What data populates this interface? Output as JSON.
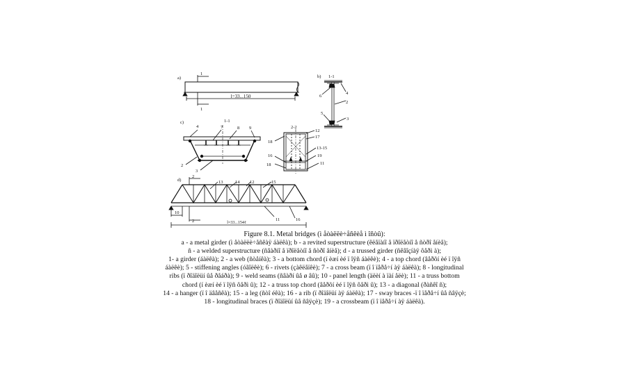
{
  "panels": {
    "a": {
      "tag": "a)",
      "section": "1",
      "span": "l=33...150"
    },
    "b": {
      "tag": "b)",
      "section": "1-1",
      "callouts": [
        "4",
        "2",
        "6",
        "5",
        "3"
      ]
    },
    "c": {
      "tag": "c)",
      "section": "1-1",
      "callouts": [
        "4",
        "7",
        "8",
        "9",
        "2",
        "3"
      ]
    },
    "c2": {
      "section": "2-2",
      "callouts_left": [
        "18",
        "16",
        "18"
      ],
      "callouts_right": [
        "12",
        "17",
        "13-15",
        "19",
        "11"
      ]
    },
    "d": {
      "tag": "d)",
      "section": "2",
      "callouts_top": [
        "13",
        "14",
        "12",
        "15"
      ],
      "callouts_bottom": [
        "11",
        "16"
      ],
      "panel": "10",
      "span": "l=33...154ℓ"
    }
  },
  "caption": {
    "title": "Figure 8.1. Metal bridges (ì åòàëëè÷åñêèå ì îñòû):",
    "lines": [
      "a - a metal girder (ì åòàëëè÷åñêàÿ áàëêà); b - a revited superstructure (êëåïàíî å ïðîëåòíî å ñòðî åíèå);",
      "ñ - a welded superstructure (ñâàðíî å ïðîëåòíî å ñòðî åíèå); d - a trussed girder (ñêâîçíàÿ ôåðì à);",
      "1- a girder (áàëêà); 2 - a web (ñòåíêà); 3 - a bottom chord (í èæí èé ï îÿñ áàëêè); 4 - a top chord (âåðõí èé ï îÿñ",
      "áàëêè); 5 - stiffening angles (óãîëêè); 6 - rivets (çàêëåïêè); 7 - a cross beam (ï î ïåðå÷í àÿ áàëêà); 8 - longitudinal",
      "ribs (ï ðîäîëüí ûå ðåáðà); 9 - weld seams (ñâàðí ûå ø âû); 10 - panel length (äëèí à ïàí åëè); 11 - a truss bottom",
      "chord (í èæí èé ï îÿñ ôåðì û); 12 - a truss top chord (âåðõí èé ï îÿñ ôåðì û); 13 - a diagonal (ðàñêî ñ);",
      "14 - a hanger (ï î äâåñêà); 15 - a leg (ñòî éêà); 16 - a rib (ï ðîäîëüí àÿ áàëêà); 17 - sway braces -ï î ïåðå÷í ûå ñâÿçè;",
      "18 - longitudinal braces (ï ðîäîëüí ûå ñâÿçè); 19 - a crossbeam (ï î ïåðå÷í àÿ áàëêà)."
    ]
  }
}
